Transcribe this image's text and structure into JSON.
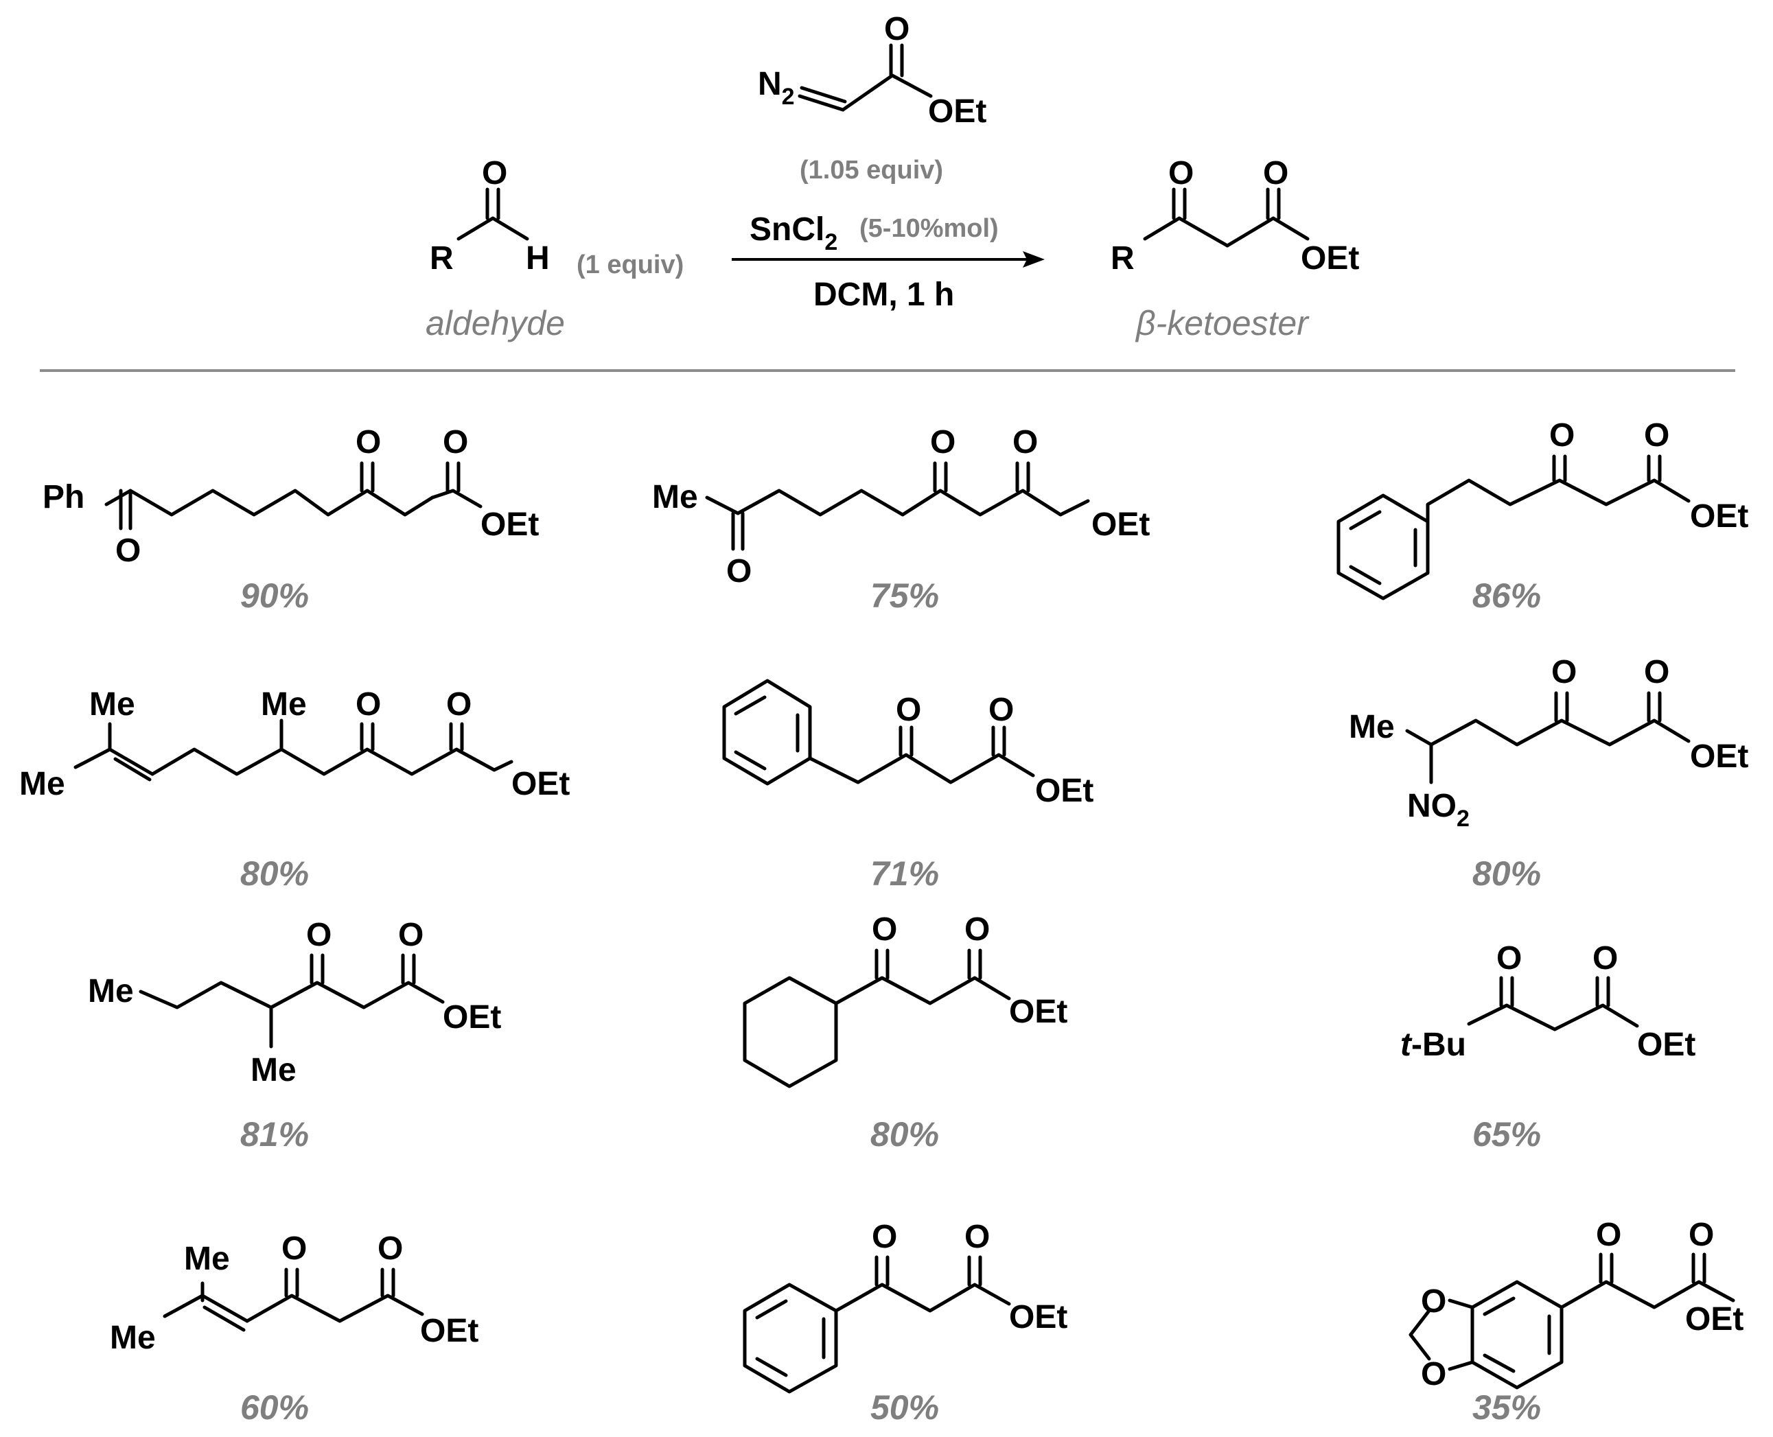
{
  "colors": {
    "diazo_red": "#e8141b",
    "gray_text": "#7f7f7f",
    "divider": "#8c8c8c"
  },
  "reaction": {
    "reagent": {
      "n2": "N",
      "n2_sub": "2",
      "oxygen": "O",
      "oet": "OEt",
      "equiv": "(1.05 equiv)"
    },
    "catalyst": {
      "sn": "SnCl",
      "sn_sub": "2",
      "loading": "(5-10%mol)"
    },
    "conditions": "DCM, 1 h",
    "aldehyde": {
      "r": "R",
      "h": "H",
      "oxygen": "O",
      "equiv": "(1 equiv)",
      "caption": "aldehyde"
    },
    "product": {
      "r": "R",
      "oxygen": "O",
      "oet": "OEt",
      "caption": "β-ketoester"
    }
  },
  "labels": {
    "O": "O",
    "OEt": "OEt",
    "Ph": "Ph",
    "Me": "Me",
    "N": "NO",
    "N_sub": "2",
    "tBu_t": "t",
    "tBu": "-Bu"
  },
  "yields": [
    "90%",
    "75%",
    "86%",
    "80%",
    "71%",
    "80%",
    "81%",
    "80%",
    "65%",
    "60%",
    "50%",
    "35%"
  ]
}
